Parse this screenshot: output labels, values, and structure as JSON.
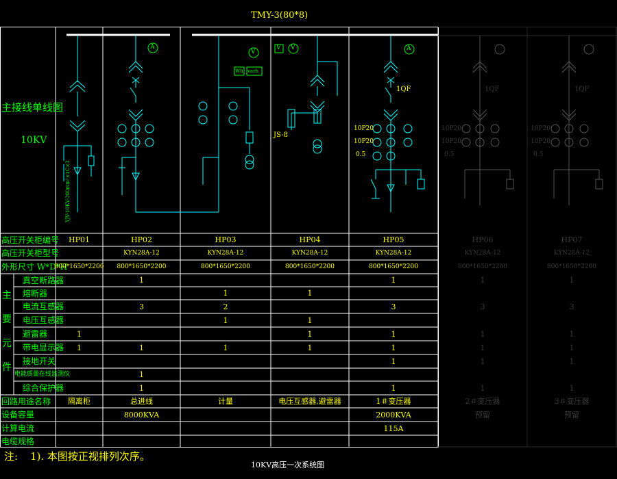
{
  "title": "TMY-3(80*8)",
  "left_title": "主接线单线图",
  "voltage": "10KV",
  "cable_note": "YJV-10KV-300mm²×1C×3",
  "diagram_labels": {
    "meter_a": "A",
    "meter_v": "V",
    "meter_wh": "Wh",
    "meter_varh": "varh",
    "js": "JS-8",
    "qf": "1QF",
    "p1": "10P20",
    "p2": "10P20",
    "p3": "0.5"
  },
  "rows": {
    "cabinet_no": "高压开关柜编号",
    "cabinet_model": "高压开关柜型号",
    "dimension": "外形尺寸 W*D*H",
    "main_components": [
      "主",
      "要",
      "元",
      "件"
    ],
    "vacuum_breaker": "真空断路器",
    "fuse": "熔断器",
    "ct": "电流互感器",
    "vt": "电压互感器",
    "arrester": "避雷器",
    "live_display": "带电显示器",
    "earth_switch": "接地开关",
    "energy_meter": "电能质量在线监测仪",
    "protector": "综合保护器",
    "circuit_name": "回路用途名称",
    "capacity": "设备容量",
    "current": "计算电流",
    "cable": "电缆规格"
  },
  "columns": [
    {
      "no": "HP01",
      "model": "",
      "dim": "800*1650*2200",
      "vcb": "",
      "fuse": "",
      "ct": "",
      "vt": "",
      "arr": "1",
      "live": "1",
      "earth": "",
      "meter": "",
      "prot": "",
      "name": "隔离柜",
      "cap": "",
      "cur": ""
    },
    {
      "no": "HP02",
      "model": "KYN28A-12",
      "dim": "800*1650*2200",
      "vcb": "1",
      "fuse": "",
      "ct": "3",
      "vt": "",
      "arr": "",
      "live": "1",
      "earth": "",
      "meter": "1",
      "prot": "1",
      "name": "总进线",
      "cap": "8000KVA",
      "cur": ""
    },
    {
      "no": "HP03",
      "model": "KYN28A-12",
      "dim": "800*1650*2200",
      "vcb": "",
      "fuse": "1",
      "ct": "2",
      "vt": "1",
      "arr": "",
      "live": "1",
      "earth": "",
      "meter": "",
      "prot": "",
      "name": "计量",
      "cap": "",
      "cur": ""
    },
    {
      "no": "HP04",
      "model": "KYN28A-12",
      "dim": "800*1650*2200",
      "vcb": "",
      "fuse": "1",
      "ct": "",
      "vt": "1",
      "arr": "1",
      "live": "1",
      "earth": "",
      "meter": "",
      "prot": "",
      "name": "电压互感器,避雷器",
      "cap": "",
      "cur": ""
    },
    {
      "no": "HP05",
      "model": "KYN28A-12",
      "dim": "800*1650*2200",
      "vcb": "1",
      "fuse": "",
      "ct": "3",
      "vt": "",
      "arr": "1",
      "live": "1",
      "earth": "1",
      "meter": "",
      "prot": "1",
      "name": "1＃变压器",
      "cap": "2000KVA",
      "cur": "115A"
    },
    {
      "no": "HP06",
      "model": "KYN28A-12",
      "dim": "800*1650*2200",
      "vcb": "1",
      "fuse": "",
      "ct": "3",
      "vt": "",
      "arr": "1",
      "live": "1",
      "earth": "1",
      "meter": "",
      "prot": "1",
      "name": "2＃变压器",
      "cap": "预留",
      "cur": ""
    },
    {
      "no": "HP07",
      "model": "KYN28A-12",
      "dim": "800*1650*2200",
      "vcb": "1",
      "fuse": "",
      "ct": "3",
      "vt": "",
      "arr": "1",
      "live": "1",
      "earth": "1",
      "meter": "",
      "prot": "1",
      "name": "3＃变压器",
      "cap": "预留",
      "cur": ""
    }
  ],
  "note_prefix": "注:",
  "note_text": "1). 本图按正视排列次序。",
  "footer_caption": "10KV高压一次系统图",
  "colors": {
    "bg": "#000000",
    "grid": "#ffffff",
    "line": "#00ffff",
    "text": "#00ff00",
    "yellow": "#ffff00",
    "dim": "#3a3a3a"
  }
}
